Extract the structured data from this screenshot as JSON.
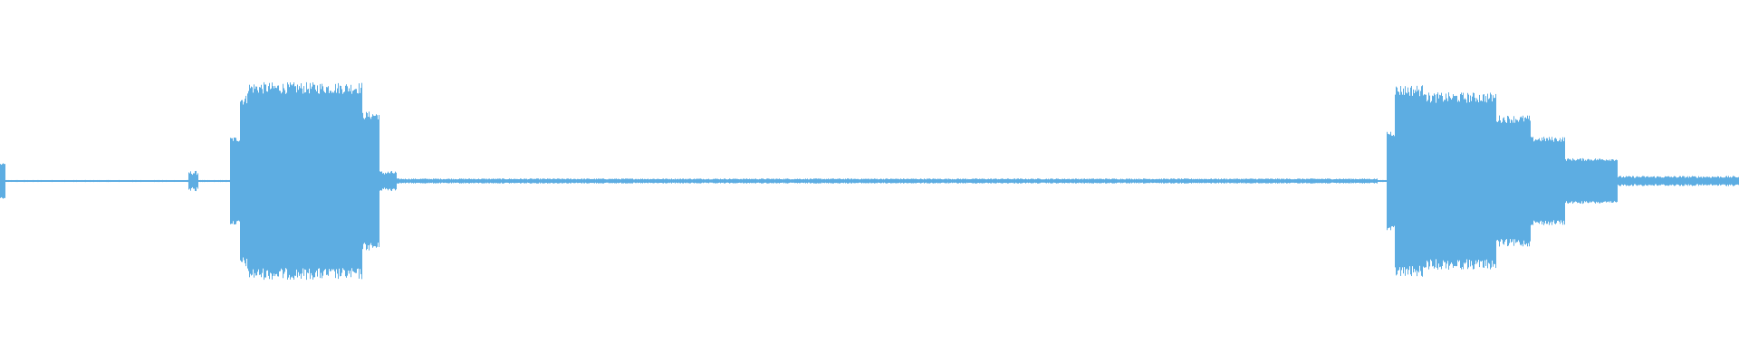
{
  "waveform": {
    "color": "#5dade2",
    "background": "#ffffff",
    "baseline_amplitude": 0.008,
    "segments": [
      {
        "start": 0.0,
        "end": 0.003,
        "amplitude": 0.14
      },
      {
        "start": 0.108,
        "end": 0.114,
        "amplitude": 0.08
      },
      {
        "start": 0.132,
        "end": 0.138,
        "amplitude": 0.35
      },
      {
        "start": 0.138,
        "end": 0.142,
        "amplitude": 0.68
      },
      {
        "start": 0.142,
        "end": 0.208,
        "amplitude": 0.78
      },
      {
        "start": 0.208,
        "end": 0.218,
        "amplitude": 0.55
      },
      {
        "start": 0.218,
        "end": 0.228,
        "amplitude": 0.08
      },
      {
        "start": 0.228,
        "end": 0.792,
        "amplitude": 0.02
      },
      {
        "start": 0.797,
        "end": 0.802,
        "amplitude": 0.4
      },
      {
        "start": 0.802,
        "end": 0.82,
        "amplitude": 0.76
      },
      {
        "start": 0.82,
        "end": 0.86,
        "amplitude": 0.7
      },
      {
        "start": 0.86,
        "end": 0.88,
        "amplitude": 0.52
      },
      {
        "start": 0.88,
        "end": 0.9,
        "amplitude": 0.35
      },
      {
        "start": 0.9,
        "end": 0.93,
        "amplitude": 0.18
      },
      {
        "start": 0.93,
        "end": 1.0,
        "amplitude": 0.04
      }
    ]
  }
}
